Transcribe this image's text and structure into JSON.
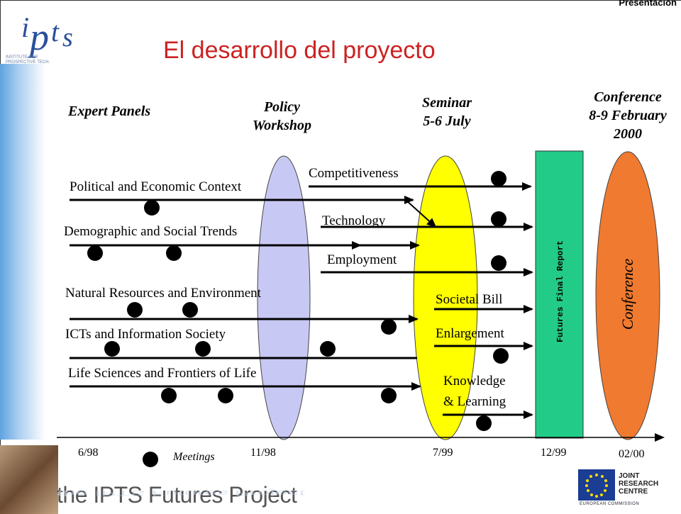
{
  "header": {
    "section_label": "Presentación"
  },
  "logo": {
    "text": "ipts",
    "subtitle": "INSTITUTE FOR PROSPECTIVE TECHNOLOGICAL STUDIES"
  },
  "title": "El desarrollo del proyecto",
  "columns": {
    "expert_panels": "Expert Panels",
    "policy_workshop": "Policy Workshop",
    "seminar": "Seminar 5-6 July",
    "conference": "Conference 8-9 February 2000"
  },
  "panels": [
    "Political and Economic Context",
    "Demographic and Social Trends",
    "Natural Resources and Environment",
    "ICTs and Information Society",
    "Life Sciences and Frontiers of Life"
  ],
  "outputs": [
    "Competitiveness",
    "Technology",
    "Employment",
    "Societal Bill",
    "Enlargement",
    "Knowledge",
    "& Learning"
  ],
  "final_report": "Futures Final Report",
  "conference_label": "Conference",
  "timeline": {
    "ticks": [
      "6/98",
      "11/98",
      "7/99",
      "12/99",
      "02/00"
    ],
    "legend": "Meetings"
  },
  "footer": {
    "project_name": "the IPTS Futures Project"
  },
  "jrc": {
    "line1": "JOINT",
    "line2": "RESEARCH",
    "line3": "CENTRE",
    "small": "EUROPEAN COMMISSION"
  },
  "colors": {
    "title": "#cc2222",
    "policy_ellipse": "#c8c8f4",
    "seminar_ellipse": "#ffff00",
    "report_box": "#22cc88",
    "conference_ellipse": "#f07a30"
  }
}
